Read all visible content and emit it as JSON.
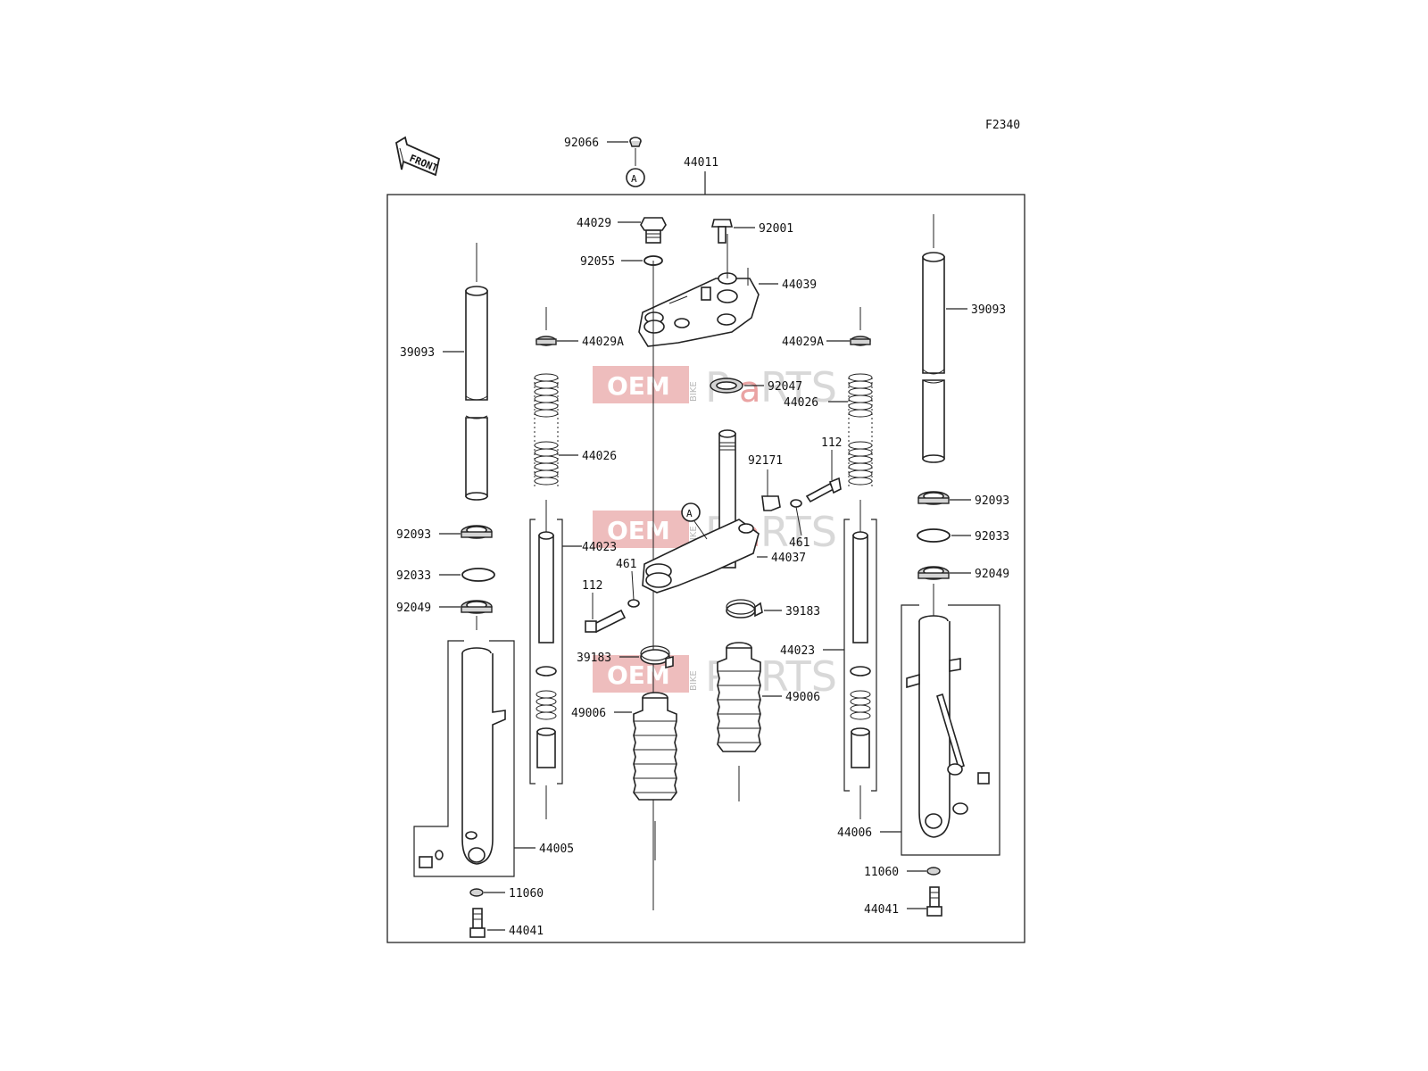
{
  "figure_code": "F2340",
  "front_arrow_label": "FRONT",
  "circle_ref": "A",
  "watermark": {
    "oem": "OEM",
    "bike": "BIKE",
    "parts_p": "P",
    "parts_a": "a",
    "parts_rts": "RTS"
  },
  "labels": {
    "l92066": "92066",
    "l44011": "44011",
    "l44029": "44029",
    "l92001": "92001",
    "l92055": "92055",
    "l44039": "44039",
    "l44029A_left": "44029A",
    "l44029A_right": "44029A",
    "l39093_left": "39093",
    "l39093_right": "39093",
    "l92047": "92047",
    "l44026_right": "44026",
    "l44026_left": "44026",
    "l112_right": "112",
    "l92171": "92171",
    "l92093_right": "92093",
    "l92093_left": "92093",
    "l44023_left": "44023",
    "l461_right": "461",
    "l44037": "44037",
    "l92033_right": "92033",
    "l461_left": "461",
    "l92033_left": "92033",
    "l92049_right": "92049",
    "l112_left": "112",
    "l92049_left": "92049",
    "l39183_right": "39183",
    "l44023_right": "44023",
    "l39183_left": "39183",
    "l49006_right": "49006",
    "l49006_left": "49006",
    "l44006": "44006",
    "l44005": "44005",
    "l11060_right": "11060",
    "l11060_left": "11060",
    "l44041_right": "44041",
    "l44041_left": "44041"
  }
}
